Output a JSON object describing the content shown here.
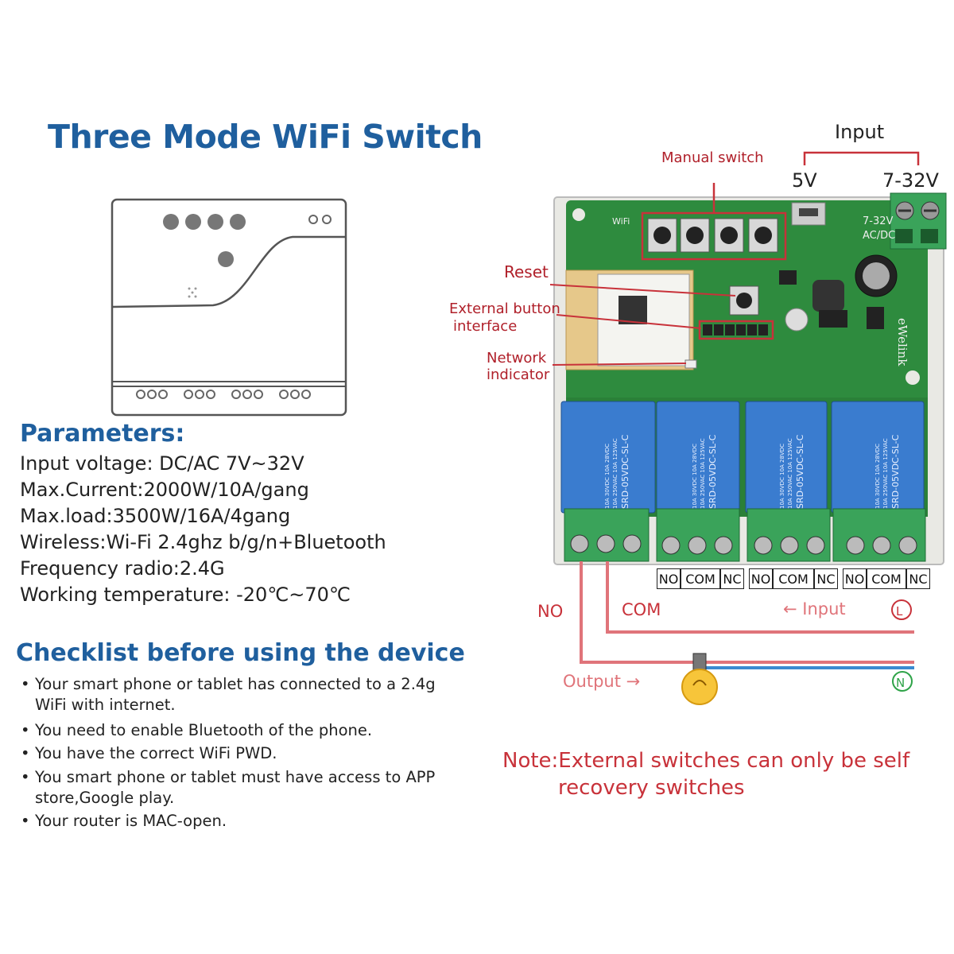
{
  "title": "Three Mode WiFi Switch",
  "parameters": {
    "heading": "Parameters:",
    "lines": [
      "Input voltage:  DC/AC 7V~32V",
      "Max.Current:2000W/10A/gang",
      "Max.load:3500W/16A/4gang",
      "Wireless:Wi-Fi 2.4ghz b/g/n+Bluetooth",
      "Frequency radio:2.4G",
      "Working temperature: -20℃~70℃"
    ]
  },
  "checklist": {
    "heading": "Checklist before using the device",
    "bullet": "•",
    "items": [
      "Your smart phone or tablet has connected to a 2.4g WiFi with internet.",
      "You need to enable Bluetooth of the phone.",
      "You have the correct WiFi PWD.",
      "You smart phone or tablet must have access to APP store,Google play.",
      "Your router is MAC-open."
    ]
  },
  "diagram": {
    "input_label": "Input",
    "v5_label": "5V",
    "v732_label": "7-32V",
    "manual_switch": "Manual switch",
    "reset": "Reset",
    "external_button_1": "External button",
    "external_button_2": "interface",
    "network_indicator_1": "Network",
    "network_indicator_2": "indicator",
    "brand": "eWelink",
    "board_ac_dc": "AC/DC",
    "board_7_32": "7-32V",
    "board_wifi": "WiFi",
    "relay_text_1": "SRD-05VDC-SL-C",
    "relay_text_2": "10A 250VAC  10A 125VAC",
    "relay_text_3": "10A 30VDC  10A 28VDC",
    "terminals": [
      "NO",
      "COM",
      "NC",
      "NO",
      "COM",
      "NC",
      "NO",
      "COM",
      "NC"
    ],
    "wire_no": "NO",
    "wire_com": "COM",
    "wire_input": "← Input",
    "wire_l": "L",
    "wire_output": "Output  →",
    "wire_n": "N",
    "colors": {
      "live": "#e0747a",
      "neutral": "#3a8ad0",
      "pcb": "#2e8b3e",
      "relay": "#3a7ccf",
      "terminal": "#3aa35a"
    }
  },
  "note": {
    "line1": "Note:External switches can only be self",
    "line2": "recovery switches"
  }
}
